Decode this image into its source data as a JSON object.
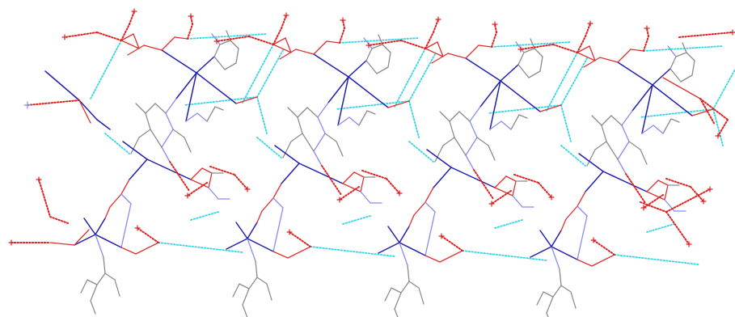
{
  "figure": {
    "type": "crystal-packing-diagram",
    "unit_count": 4,
    "colors": {
      "background": "#ffffff",
      "metal_bond": "#1f1fb0",
      "nitrogen_bond": "#8b8bf0",
      "oxygen_bond": "#e03030",
      "carbon_bond": "#8c8c8c",
      "dotted_red": "#e02020",
      "h_bond": "#33d6e8",
      "atom_marker": "#e02020"
    },
    "line_styles": {
      "covalent": "solid",
      "hydrogen_bond": "dotted",
      "solvent_disorder": "dotted"
    }
  }
}
